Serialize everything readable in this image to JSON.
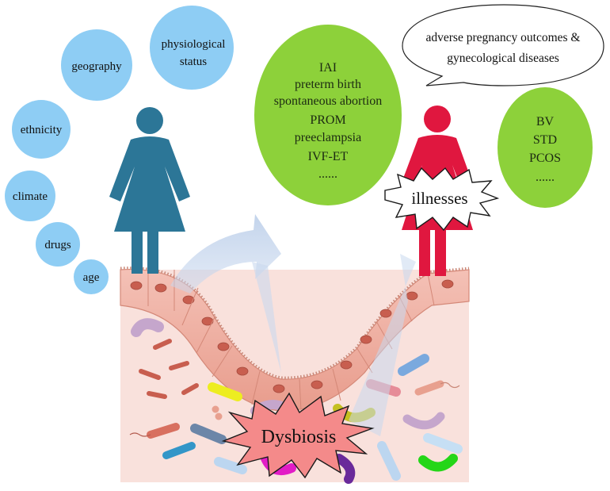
{
  "factors": {
    "physiological_status_line1": "physiological",
    "physiological_status_line2": "status",
    "geography": "geography",
    "ethnicity": "ethnicity",
    "climate": "climate",
    "drugs": "drugs",
    "age": "age"
  },
  "pregnancy_outcomes": {
    "items": [
      "IAI",
      "preterm birth",
      "spontaneous abortion",
      "PROM",
      "preeclampsia",
      "IVF-ET",
      "......"
    ]
  },
  "gynecological_diseases": {
    "items": [
      "BV",
      "STD",
      "PCOS",
      "......"
    ]
  },
  "speech_bubble": {
    "line1": "adverse pregnancy outcomes &",
    "line2": "gynecological diseases"
  },
  "illnesses_label": "illnesses",
  "dysbiosis_label": "Dysbiosis",
  "colors": {
    "factor_bubble": "#8ecdf4",
    "outcome_bubble": "#8dd13a",
    "healthy_woman": "#2c7697",
    "ill_woman": "#e0173f",
    "tissue": "#f7dcd7",
    "epithelium": "#efab9e"
  }
}
